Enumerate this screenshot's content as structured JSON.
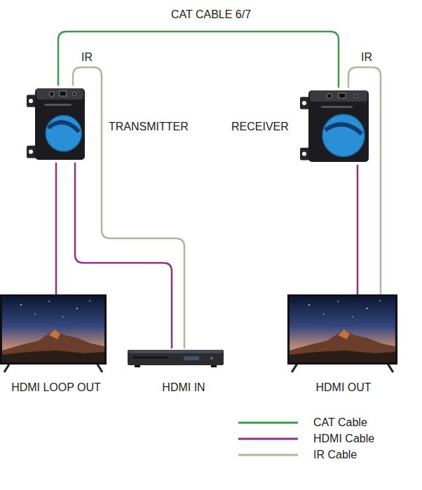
{
  "diagram": {
    "nodes": [
      {
        "text": [
          "TRANSMITTER"
        ]
      },
      {
        "text": [
          "RECEIVER"
        ]
      },
      {
        "text": [
          "HDMI LOOP OUT"
        ]
      },
      {
        "text": [
          "HDMI IN"
        ]
      },
      {
        "text": [
          "HDMI OUT"
        ]
      }
    ],
    "edges": [
      {
        "from": 0,
        "to": 1,
        "label": "CAT CABLE 6/7",
        "arrow": "none"
      },
      {
        "from": 0,
        "to": 3,
        "label": "IR",
        "arrow": "none"
      },
      {
        "from": 1,
        "to": 4,
        "label": "IR",
        "arrow": "none"
      },
      {
        "from": 0,
        "to": 2,
        "arrow": "none"
      },
      {
        "from": 0,
        "to": 3,
        "arrow": "none"
      },
      {
        "from": 1,
        "to": 4,
        "arrow": "none"
      }
    ],
    "legend": [
      {
        "text": "CAT Cable"
      },
      {
        "text": "HDMI Cable"
      },
      {
        "text": "IR Cable"
      }
    ]
  }
}
